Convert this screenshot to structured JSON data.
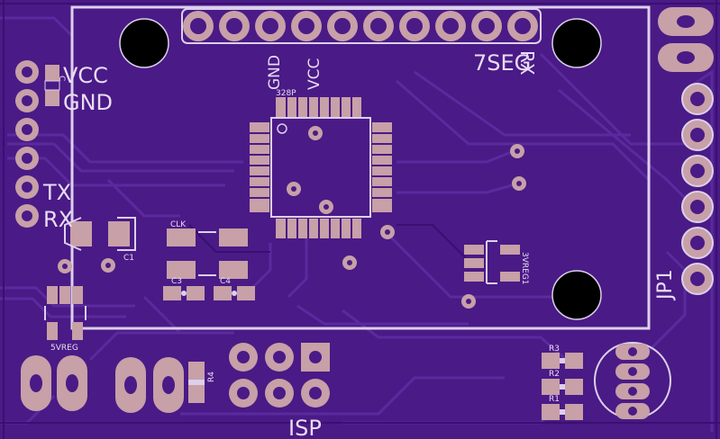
{
  "board": {
    "colors": {
      "substrate": "#4a1a86",
      "trace": "#5a2a9e",
      "trace_dark": "#3a0f72",
      "silkscreen": "#e8dcf2",
      "pad": "#c7a0a8",
      "hole": "#000000",
      "outline": "#dcd0ec"
    },
    "labels": {
      "vcc_left": "VCC",
      "gnd_left": "GND",
      "tx": "TX",
      "rx": "RX",
      "gnd_header": "GND",
      "vcc_header": "VCC",
      "seg": "7SEG",
      "rx_top": "RX",
      "mcu": "328P",
      "clk": "CLK",
      "c1": "C1",
      "c3": "C3",
      "c4": "C4",
      "vreg5": "5VREG",
      "vreg3": "3VREG1",
      "r1": "R1",
      "r2": "R2",
      "r3": "R3",
      "r4": "R4",
      "jp1": "JP1",
      "isp": "ISP",
      "cap_letter": "C"
    }
  }
}
